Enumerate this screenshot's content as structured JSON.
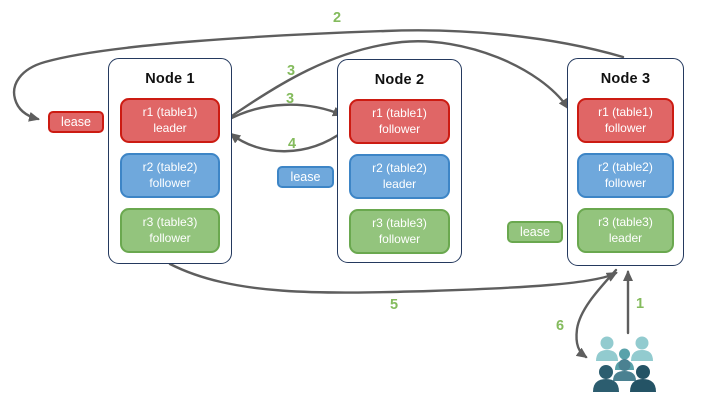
{
  "palette": {
    "red_fill": "#e06666",
    "red_border": "#cc1b12",
    "blue_fill": "#6fa8dc",
    "blue_border": "#3d85c6",
    "green_fill": "#93c47d",
    "green_border": "#6aa84f",
    "node_border": "#24395e",
    "arrow": "#5e5e5e",
    "step_label": "#84bb5d"
  },
  "nodes": [
    {
      "title": "Node 1",
      "replicas": [
        {
          "name": "r1 (table1)",
          "role": "leader",
          "color": "red"
        },
        {
          "name": "r2 (table2)",
          "role": "follower",
          "color": "blue"
        },
        {
          "name": "r3 (table3)",
          "role": "follower",
          "color": "green"
        }
      ]
    },
    {
      "title": "Node 2",
      "replicas": [
        {
          "name": "r1 (table1)",
          "role": "follower",
          "color": "red"
        },
        {
          "name": "r2 (table2)",
          "role": "leader",
          "color": "blue"
        },
        {
          "name": "r3 (table3)",
          "role": "follower",
          "color": "green"
        }
      ]
    },
    {
      "title": "Node 3",
      "replicas": [
        {
          "name": "r1 (table1)",
          "role": "follower",
          "color": "red"
        },
        {
          "name": "r2 (table2)",
          "role": "follower",
          "color": "blue"
        },
        {
          "name": "r3 (table3)",
          "role": "leader",
          "color": "green"
        }
      ]
    }
  ],
  "leases": {
    "red": "lease",
    "blue": "lease",
    "green": "lease"
  },
  "steps": {
    "s1": "1",
    "s2": "2",
    "s3": "3",
    "s4": "4",
    "s5": "5",
    "s6": "6"
  },
  "users": {
    "colors": [
      "#92cbcf",
      "#92cbcf",
      "#59a2aa",
      "#4b8191",
      "#2c5d6f",
      "#245365"
    ]
  }
}
